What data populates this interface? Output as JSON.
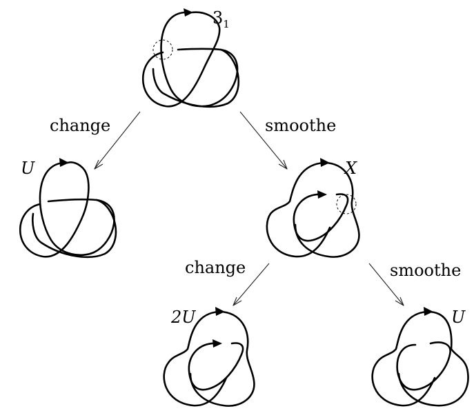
{
  "nodes": {
    "root": {
      "label": "3",
      "subscript": "1"
    },
    "left": {
      "label": "U"
    },
    "mid": {
      "label": "X"
    },
    "ll": {
      "label": "2U"
    },
    "lr": {
      "label": "U"
    }
  },
  "edges": {
    "root_left": "change",
    "root_mid": "smoothe",
    "mid_ll": "change",
    "mid_lr": "smoothe"
  }
}
